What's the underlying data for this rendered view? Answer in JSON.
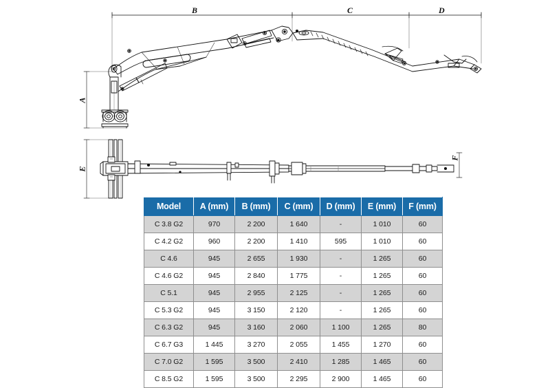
{
  "diagram": {
    "title": "Crane dimensional drawing with specification table",
    "side_view": {
      "name": "crane-side-view",
      "dimension_labels": [
        {
          "id": "A",
          "label": "A",
          "orientation": "vertical"
        },
        {
          "id": "B",
          "label": "B",
          "orientation": "horizontal"
        },
        {
          "id": "C",
          "label": "C",
          "orientation": "horizontal"
        },
        {
          "id": "D",
          "label": "D",
          "orientation": "horizontal"
        }
      ]
    },
    "plan_view": {
      "name": "crane-plan-view",
      "dimension_labels": [
        {
          "id": "E",
          "label": "E",
          "orientation": "vertical"
        },
        {
          "id": "F",
          "label": "F",
          "orientation": "vertical"
        }
      ]
    }
  },
  "table": {
    "header_color": "#1a6ca8",
    "shaded_row_color": "#d4d4d4",
    "columns": [
      "Model",
      "A (mm)",
      "B (mm)",
      "C (mm)",
      "D (mm)",
      "E (mm)",
      "F (mm)"
    ],
    "rows": [
      {
        "model": "C 3.8 G2",
        "a": "970",
        "b": "2 200",
        "c": "1 640",
        "d": "-",
        "e": "1 010",
        "f": "60"
      },
      {
        "model": "C 4.2 G2",
        "a": "960",
        "b": "2 200",
        "c": "1 410",
        "d": "595",
        "e": "1 010",
        "f": "60"
      },
      {
        "model": "C 4.6",
        "a": "945",
        "b": "2 655",
        "c": "1 930",
        "d": "-",
        "e": "1 265",
        "f": "60"
      },
      {
        "model": "C 4.6 G2",
        "a": "945",
        "b": "2 840",
        "c": "1 775",
        "d": "-",
        "e": "1 265",
        "f": "60"
      },
      {
        "model": "C 5.1",
        "a": "945",
        "b": "2 955",
        "c": "2 125",
        "d": "-",
        "e": "1 265",
        "f": "60"
      },
      {
        "model": "C 5.3 G2",
        "a": "945",
        "b": "3 150",
        "c": "2 120",
        "d": "-",
        "e": "1 265",
        "f": "60"
      },
      {
        "model": "C 6.3 G2",
        "a": "945",
        "b": "3 160",
        "c": "2 060",
        "d": "1 100",
        "e": "1 265",
        "f": "80"
      },
      {
        "model": "C 6.7 G3",
        "a": "1 445",
        "b": "3 270",
        "c": "2 055",
        "d": "1 455",
        "e": "1 270",
        "f": "60"
      },
      {
        "model": "C 7.0 G2",
        "a": "1 595",
        "b": "3 500",
        "c": "2 410",
        "d": "1 285",
        "e": "1 465",
        "f": "60"
      },
      {
        "model": "C 8.5 G2",
        "a": "1 595",
        "b": "3 500",
        "c": "2 295",
        "d": "2 900",
        "e": "1 465",
        "f": "60"
      }
    ]
  }
}
